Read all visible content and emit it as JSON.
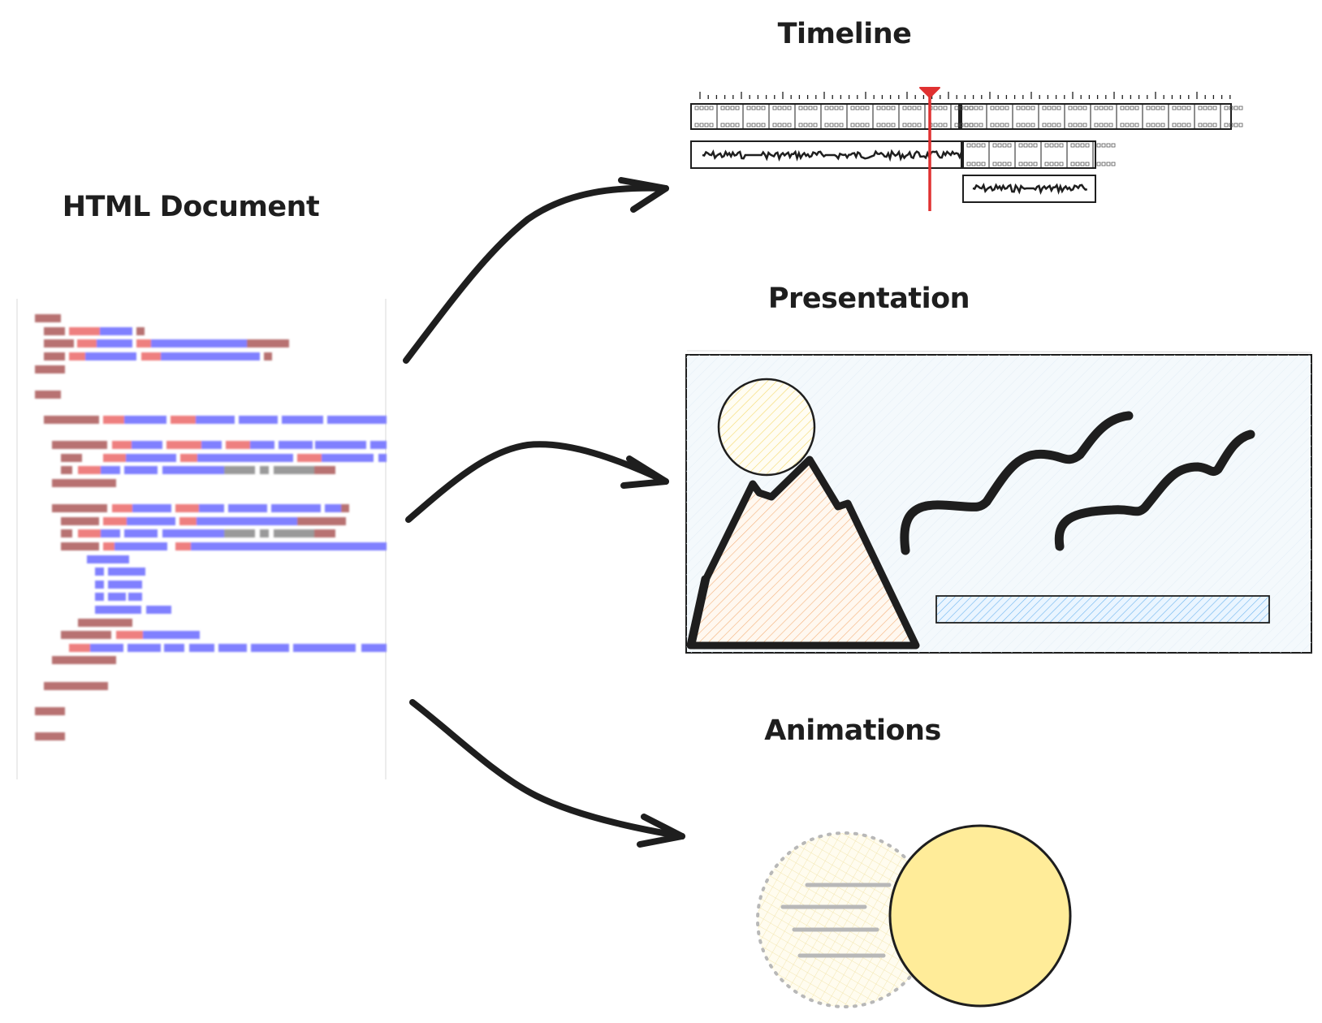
{
  "labels": {
    "html_document": "HTML Document",
    "timeline": "Timeline",
    "presentation": "Presentation",
    "animations": "Animations"
  },
  "colors": {
    "stroke": "#1e1e1e",
    "tag": "#b87272",
    "attr": "#ee7f7f",
    "value": "#8080ff",
    "muted": "#9a9a9a",
    "playhead": "#e03131",
    "sun_fill": "#ffec99",
    "mountain_fill": "#ffd8a8",
    "slide_bg": "#f4f9fc",
    "bar_fill": "#a5d8ff",
    "ghost_line": "#b8b8b8"
  },
  "icons": {
    "code_document": "code-document-icon",
    "timeline": "timeline-tracks-icon",
    "presentation": "presentation-slide-icon",
    "animation": "moving-circle-icon"
  }
}
